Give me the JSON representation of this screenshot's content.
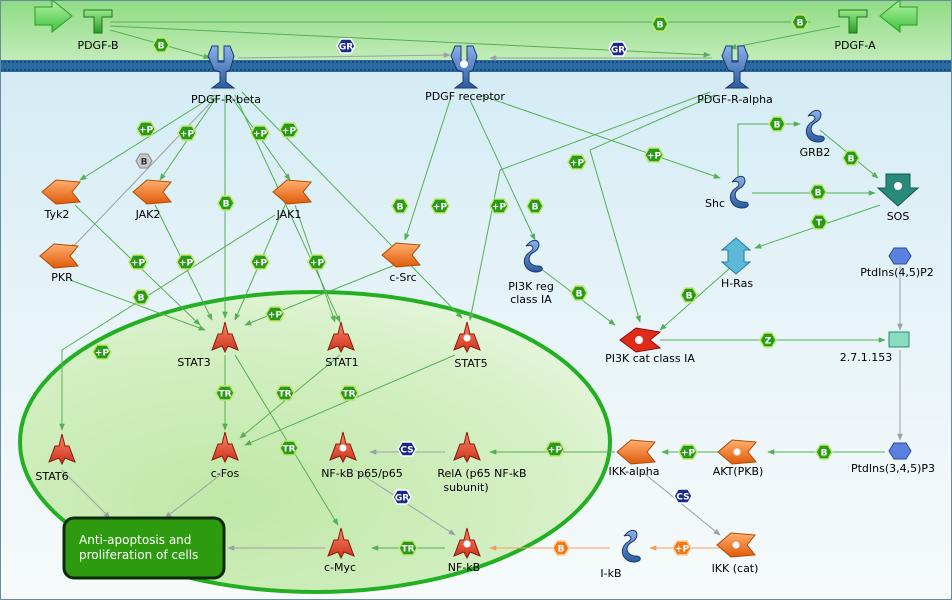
{
  "nodes": {
    "pdgf_b": "PDGF-B",
    "pdgf_a": "PDGF-A",
    "pdgfr_beta": "PDGF-R-beta",
    "pdgf_receptor": "PDGF receptor",
    "pdgfr_alpha": "PDGF-R-alpha",
    "tyk2": "Tyk2",
    "jak2": "JAK2",
    "jak1": "JAK1",
    "pkr": "PKR",
    "csrc": "c-Src",
    "pi3k_reg_1": "PI3K reg",
    "pi3k_reg_2": "class IA",
    "shc": "Shc",
    "grb2": "GRB2",
    "sos": "SOS",
    "hras": "H-Ras",
    "ptdins45p2": "PtdIns(4,5)P2",
    "stat3": "STAT3",
    "stat1": "STAT1",
    "stat5": "STAT5",
    "stat6": "STAT6",
    "pi3k_cat": "PI3K cat class IA",
    "enzyme": "2.7.1.153",
    "cfos": "c-Fos",
    "nfkb_p65": "NF-kB p65/p65",
    "rela_1": "RelA (p65 NF-kB",
    "rela_2": "subunit)",
    "ikk_alpha": "IKK-alpha",
    "akt": "AKT(PKB)",
    "ptdins345p3": "PtdIns(3,4,5)P3",
    "cmyc": "c-Myc",
    "nfkb": "NF-kB",
    "ikb": "I-kB",
    "ikk_cat": "IKK (cat)"
  },
  "outcome": {
    "line1": "Anti-apoptosis and",
    "line2": "proliferation of cells"
  },
  "badges": {
    "b": "B",
    "p": "+P",
    "gr": "GR",
    "tr": "TR",
    "cs": "CS",
    "t": "T",
    "z": "Z"
  },
  "colors": {
    "membrane_top": "#a8e6a0",
    "cytoplasm": "#cfe8f2",
    "nucleus_fill": "#c8eab4",
    "nucleus_stroke": "#22b022",
    "arrow_green": "#55b055",
    "arrow_gray": "#9aa0a6",
    "arrow_orange": "#f0a060",
    "outcome_fill": "#2e9a10",
    "kinase_orange": "#f07a1a",
    "stat_red": "#e04a2a",
    "receptor_blue": "#4a7ab8",
    "badge_green": "#2a9a1a",
    "badge_blue": "#1a2a8a"
  }
}
